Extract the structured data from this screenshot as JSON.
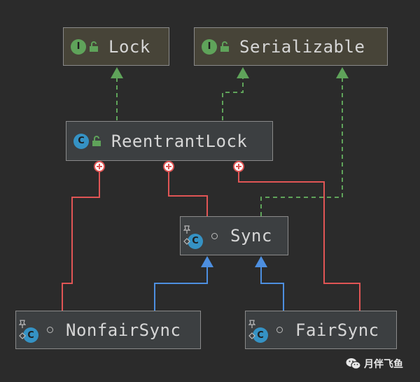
{
  "nodes": {
    "lock": {
      "label": "Lock",
      "kind": "I"
    },
    "serializable": {
      "label": "Serializable",
      "kind": "I"
    },
    "reentrant_lock": {
      "label": "ReentrantLock",
      "kind": "C"
    },
    "sync": {
      "label": "Sync",
      "kind": "C"
    },
    "nonfair_sync": {
      "label": "NonfairSync",
      "kind": "C"
    },
    "fair_sync": {
      "label": "FairSync",
      "kind": "C"
    }
  },
  "edges": [
    {
      "from": "ReentrantLock",
      "to": "Lock",
      "type": "implements"
    },
    {
      "from": "ReentrantLock",
      "to": "Serializable",
      "type": "implements"
    },
    {
      "from": "Sync",
      "to": "Serializable",
      "type": "implements"
    },
    {
      "from": "NonfairSync",
      "to": "Sync",
      "type": "extends"
    },
    {
      "from": "FairSync",
      "to": "Sync",
      "type": "extends"
    },
    {
      "from": "ReentrantLock",
      "to": "NonfairSync",
      "type": "inner-class"
    },
    {
      "from": "ReentrantLock",
      "to": "Sync",
      "type": "inner-class"
    },
    {
      "from": "ReentrantLock",
      "to": "FairSync",
      "type": "inner-class"
    }
  ],
  "colors": {
    "background": "#2b2b2b",
    "implements": "#5fa35a",
    "extends": "#4d8fe0",
    "inner_class": "#e05555"
  },
  "watermark": {
    "title": "月伴飞鱼",
    "icon": "wechat-icon"
  }
}
